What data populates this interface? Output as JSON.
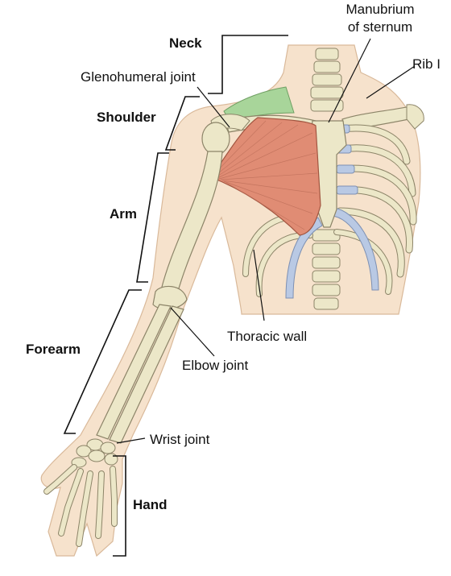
{
  "regions": {
    "neck": "Neck",
    "shoulder": "Shoulder",
    "arm": "Arm",
    "forearm": "Forearm",
    "hand": "Hand"
  },
  "structures": {
    "manubrium_line1": "Manubrium",
    "manubrium_line2": "of sternum",
    "rib1": "Rib I",
    "glenohumeral": "Glenohumeral joint",
    "thoracic_wall": "Thoracic wall",
    "elbow": "Elbow joint",
    "wrist": "Wrist joint"
  },
  "colors": {
    "skin": "#f6e2cc",
    "bone": "#ece7c8",
    "bone_outline": "#8c8468",
    "cartilage": "#b9c9e4",
    "muscle": "#e08c74",
    "neck_muscle": "#a8d59a"
  }
}
